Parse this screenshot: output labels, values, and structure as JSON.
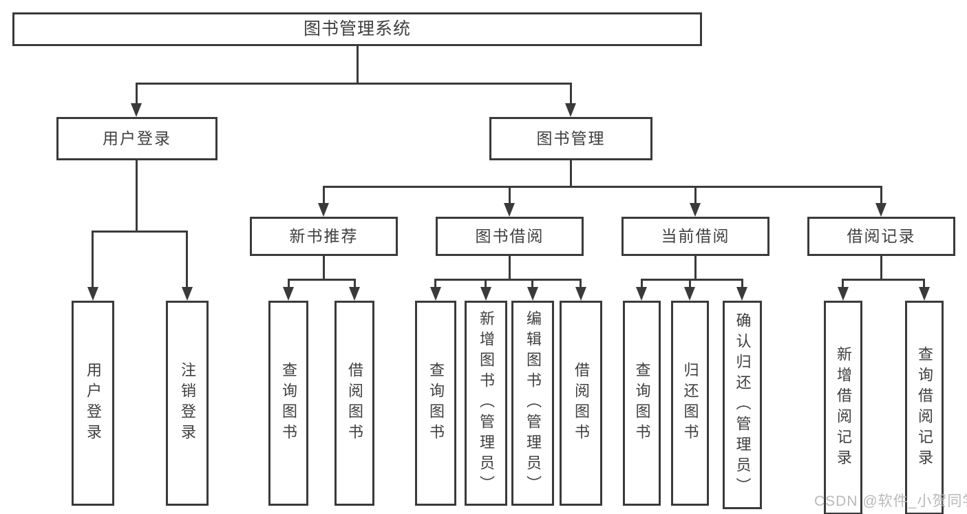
{
  "diagram": {
    "root": {
      "label": "图书管理系统"
    },
    "branches": [
      {
        "label": "用户登录",
        "children": [
          {
            "label": "用户登录"
          },
          {
            "label": "注销登录"
          }
        ]
      },
      {
        "label": "图书管理",
        "children": [
          {
            "label": "新书推荐",
            "children": [
              {
                "label": "查询图书"
              },
              {
                "label": "借阅图书"
              }
            ]
          },
          {
            "label": "图书借阅",
            "children": [
              {
                "label": "查询图书"
              },
              {
                "label": "新增图书（管理员）"
              },
              {
                "label": "编辑图书（管理员）"
              },
              {
                "label": "借阅图书"
              }
            ]
          },
          {
            "label": "当前借阅",
            "children": [
              {
                "label": "查询图书"
              },
              {
                "label": "归还图书"
              },
              {
                "label": "确认归还（管理员）"
              }
            ]
          },
          {
            "label": "借阅记录",
            "children": [
              {
                "label": "新增借阅记录"
              },
              {
                "label": "查询借阅记录"
              }
            ]
          }
        ]
      }
    ]
  },
  "watermark": {
    "text": "CSDN @软件_小贺同学"
  },
  "colors": {
    "line": "#3a3a3c",
    "text": "#3f3f41",
    "watermark": "#b9b9bb",
    "background": "#ffffff"
  }
}
